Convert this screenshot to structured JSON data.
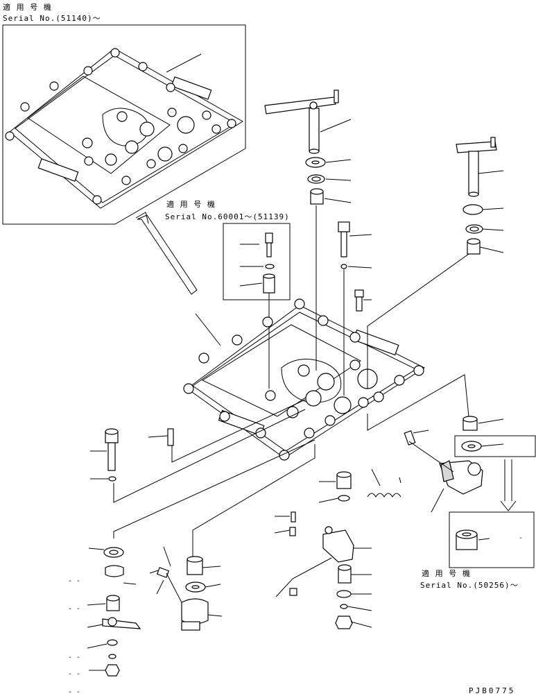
{
  "applicability": [
    {
      "heading": "適 用 号 機",
      "serial": "Serial No.(51140)～"
    },
    {
      "heading": "適 用 号 機",
      "serial": "Serial No.60001～(51139)"
    },
    {
      "heading": "適 用 号 機",
      "serial": "Serial No.(50256)～"
    }
  ],
  "left_dash_marks": [
    "- -",
    "- -",
    "- -",
    "- -",
    "- -",
    "- -"
  ],
  "minor_mark": "-",
  "drawing_code": "PJB0775"
}
